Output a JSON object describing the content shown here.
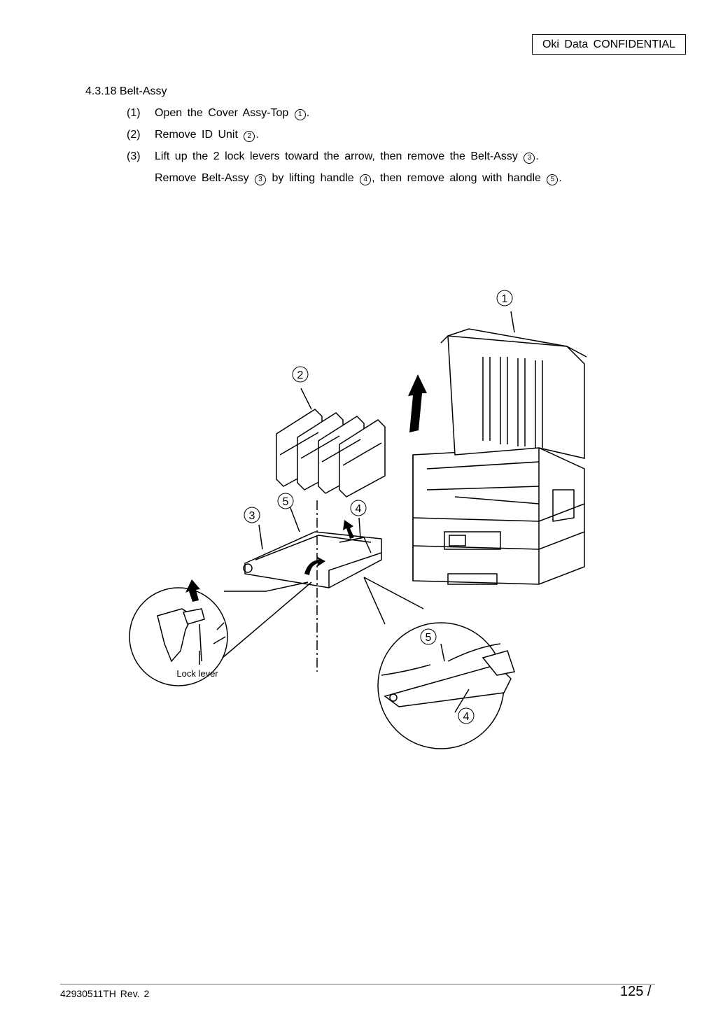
{
  "header": {
    "confidential": "Oki Data CONFIDENTIAL"
  },
  "section": {
    "title": "4.3.18 Belt-Assy"
  },
  "steps": [
    {
      "num": "(1)",
      "parts": [
        "Open the Cover Assy-Top ",
        "1",
        "."
      ]
    },
    {
      "num": "(2)",
      "parts": [
        "Remove ID Unit ",
        "2",
        "."
      ]
    },
    {
      "num": "(3)",
      "parts": [
        "Lift up the 2 lock levers toward the arrow, then remove the Belt-Assy ",
        "3",
        "."
      ]
    }
  ],
  "continuation": [
    "Remove Belt-Assy ",
    "3",
    " by lifting handle ",
    "4",
    ", then remove along with handle ",
    "5",
    "."
  ],
  "figure": {
    "callouts": [
      "1",
      "2",
      "3",
      "4",
      "5",
      "5",
      "4"
    ],
    "lock_lever_label": "Lock lever"
  },
  "footer": {
    "doc_number": "42930511TH  Rev. 2",
    "page": "125 /"
  }
}
